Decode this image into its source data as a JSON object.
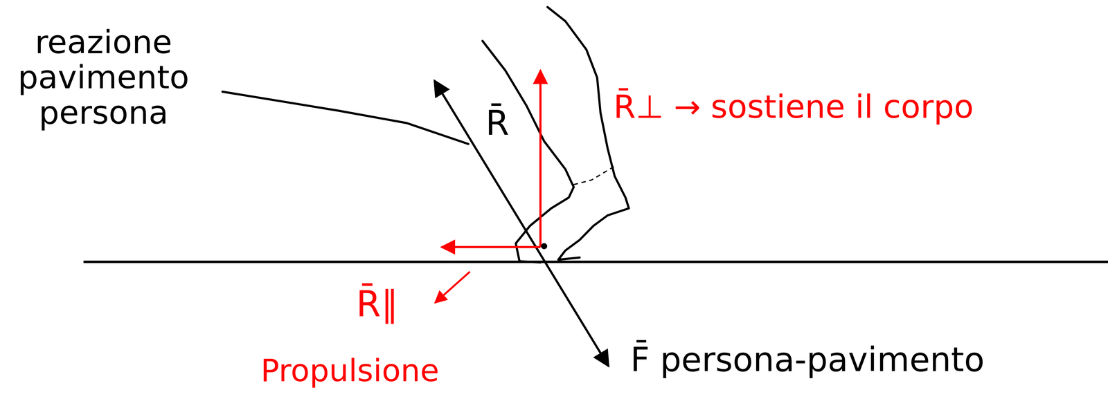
{
  "diagram": {
    "labels": [
      "reazione pavimento persona",
      "R̄",
      "R̄⊥ → sostiene il corpo",
      "R̄∥",
      "Propulsione",
      "F̄ persona-pavimento"
    ]
  }
}
